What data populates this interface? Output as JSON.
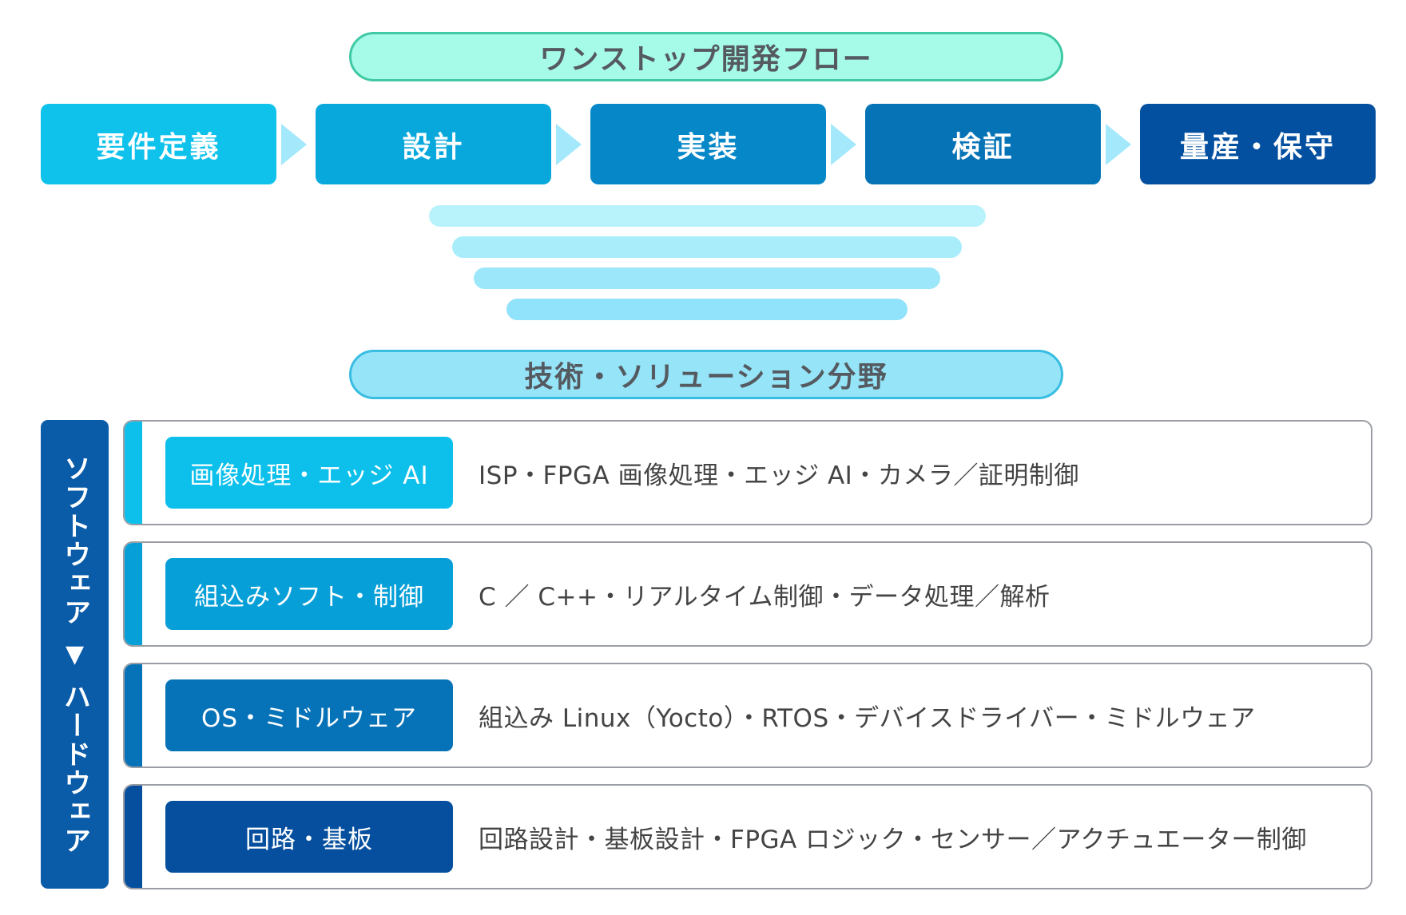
{
  "flow": {
    "title": "ワンストップ開発フロー",
    "steps": [
      {
        "label": "要件定義",
        "color": "#0ec2ec"
      },
      {
        "label": "設計",
        "color": "#08a8dc"
      },
      {
        "label": "実装",
        "color": "#0688c8"
      },
      {
        "label": "検証",
        "color": "#0573b6"
      },
      {
        "label": "量産・保守",
        "color": "#0450a0"
      }
    ],
    "arrow_color": "#a3e9fb"
  },
  "funnel": {
    "colors": [
      "#b8f2fb",
      "#a9edfb",
      "#9ce8fa",
      "#91e3fb"
    ]
  },
  "solutions": {
    "title": "技術・ソリューション分野",
    "side": {
      "top": "ソフトウェア",
      "arrow": "▼",
      "bottom": "ハードウェア"
    },
    "rows": [
      {
        "label": "画像処理・エッジ AI",
        "description": "ISP・FPGA 画像処理・エッジ AI・カメラ／証明制御",
        "color": "#0dc0ec"
      },
      {
        "label": "組込みソフト・制御",
        "description": "C ／ C++・リアルタイム制御・データ処理／解析",
        "color": "#079fd8"
      },
      {
        "label": "OS・ミドルウェア",
        "description": "組込み Linux（Yocto）・RTOS・デバイスドライバー・ミドルウェア",
        "color": "#0672b8"
      },
      {
        "label": "回路・基板",
        "description": "回路設計・基板設計・FPGA ロジック・センサー／アクチュエーター制御",
        "color": "#054f9e"
      }
    ]
  }
}
